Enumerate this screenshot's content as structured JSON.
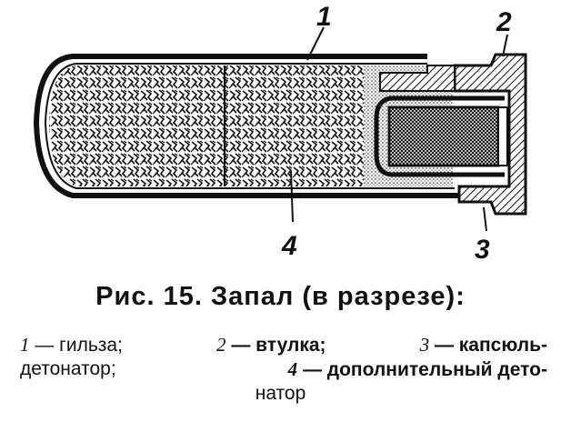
{
  "figure": {
    "callouts": {
      "n1": "1",
      "n2": "2",
      "n3": "3",
      "n4": "4"
    }
  },
  "caption": {
    "title": "Рис. 15. Запал (в разрезе):",
    "legend": {
      "item1_num": "1",
      "item1_text": "— гильза;",
      "item2_num": "2",
      "item2_text": "— втулка;",
      "item3_num": "3",
      "item3_text": "— капсюль-",
      "item3_text_cont": "детонатор;",
      "item4_num": "4",
      "item4_text": "— дополнительный дето-",
      "item4_text_cont": "натор"
    }
  }
}
